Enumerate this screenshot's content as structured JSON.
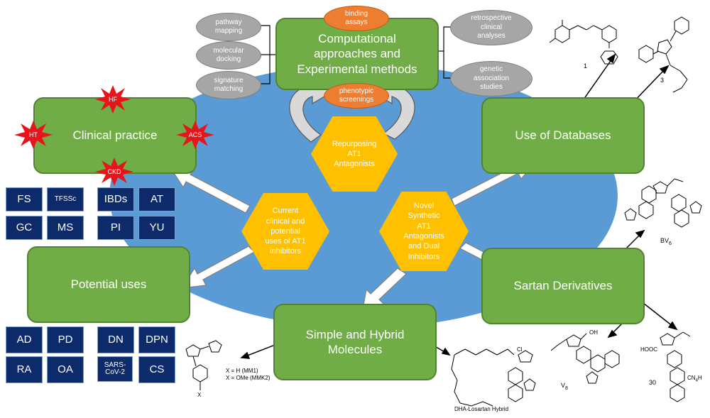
{
  "center_boxes": {
    "computational": [
      "Computational",
      "approaches and",
      "Experimental methods"
    ],
    "clinical": "Clinical practice",
    "databases": "Use of Databases",
    "potential": "Potential uses",
    "sartan": "Sartan Derivatives",
    "simple": [
      "Simple and Hybrid",
      "Molecules"
    ]
  },
  "grey_ovals": {
    "pathway": [
      "pathway",
      "mapping"
    ],
    "docking": [
      "molecular",
      "docking"
    ],
    "signature": [
      "signature",
      "matching"
    ],
    "retro": [
      "retrospective",
      "clinical",
      "analyses"
    ],
    "genetic": [
      "genetic",
      "association",
      "studies"
    ]
  },
  "orange_ovals": {
    "binding": [
      "binding",
      "assays"
    ],
    "phenotypic": [
      "phenotypic",
      "screenings"
    ]
  },
  "hexagons": {
    "repurposing": [
      "Repurposing",
      "AT1",
      "Antagonists"
    ],
    "current": [
      "Current",
      "clinical and",
      "potential",
      "uses of AT1",
      "inhibitors"
    ],
    "novel": [
      "Novel",
      "Synthetic",
      "AT1",
      "Antagonists",
      "and Dual",
      "Inhibitors"
    ]
  },
  "bursts": {
    "hf": "HF",
    "ht": "HT",
    "acs": "ACS",
    "ckd": "CKD"
  },
  "clinical_grid": [
    [
      "FS",
      "TFSSc",
      "IBDs",
      "AT"
    ],
    [
      "GC",
      "MS",
      "PI",
      "YU"
    ]
  ],
  "potential_grid": [
    [
      "AD",
      "PD",
      "DN",
      "DPN"
    ],
    [
      "RA",
      "OA",
      "SARS-CoV-2",
      "CS"
    ]
  ],
  "molecule_labels": {
    "m1": "1",
    "m3": "3",
    "bv": "BV",
    "bv_sub": "6",
    "v8": "V",
    "v8_sub": "8",
    "m30": "30",
    "dha": "DHA-Losartan Hybrid",
    "mm1": "X = H (MM1)",
    "mmk2": "X = OMe (MMK2)",
    "x": "X",
    "cl": "Cl",
    "oh": "OH",
    "hooc": "HOOC",
    "cn4h": "CN",
    "cn4h_sub": "4",
    "cn4h_h": "H"
  },
  "colors": {
    "background_ellipse": "#5b9bd5",
    "green": "#70ad47",
    "hexagon": "#ffc000",
    "grey": "#a6a6a6",
    "orange": "#ed7d31",
    "navy": "#0d2a6b",
    "burst": "#e8141c"
  }
}
